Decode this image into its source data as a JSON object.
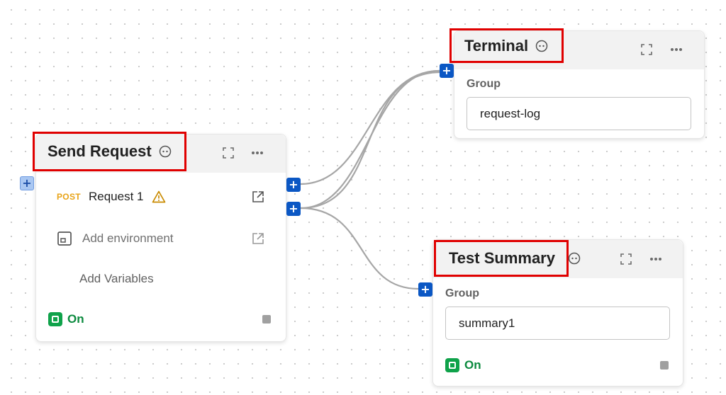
{
  "send_request": {
    "title": "Send Request",
    "method": "POST",
    "request_name": "Request 1",
    "add_environment": "Add environment",
    "add_variables": "Add Variables",
    "toggle_label": "On"
  },
  "terminal": {
    "title": "Terminal",
    "group_label": "Group",
    "group_value": "request-log"
  },
  "test_summary": {
    "title": "Test Summary",
    "group_label": "Group",
    "group_value": "summary1",
    "toggle_label": "On"
  },
  "port_symbol": "+",
  "colors": {
    "port": "#0b57c4",
    "highlight_border": "#e00000",
    "toggle_on": "#0fa24a",
    "method_post": "#e8a317",
    "warning": "#c98a00",
    "wire": "#a6a6a6"
  },
  "icons": [
    "info-icon",
    "expand-icon",
    "more-icon",
    "warning-icon",
    "external-link-icon",
    "environment-icon",
    "stop-icon"
  ]
}
